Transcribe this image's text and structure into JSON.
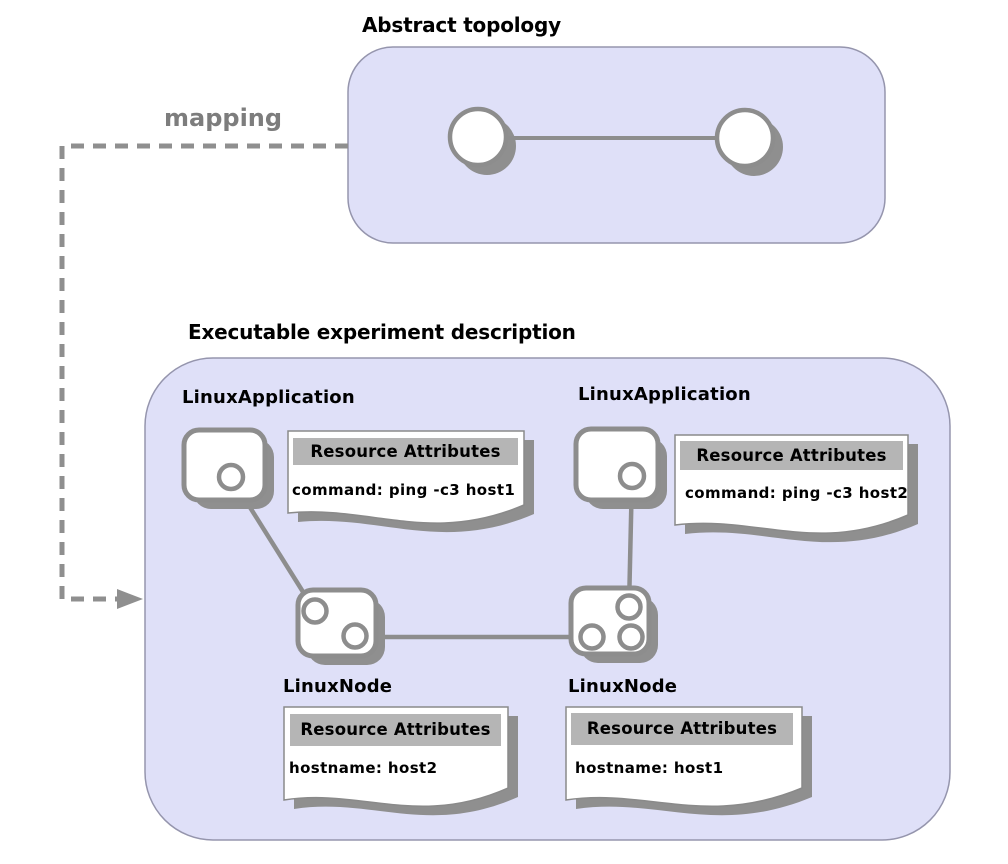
{
  "diagram": {
    "abstract_section": {
      "title": "Abstract topology",
      "icons": [
        "topology-node-icon",
        "topology-node-icon"
      ],
      "link_count": 1
    },
    "mapping": {
      "label": "mapping",
      "arrow_icon": "dashed-arrow-icon"
    },
    "executable_section": {
      "title": "Executable experiment description",
      "applications": [
        {
          "label": "LinuxApplication",
          "icon": "linux-application-icon",
          "attributes": {
            "header": "Resource Attributes",
            "body": "command: ping -c3 host1"
          }
        },
        {
          "label": "LinuxApplication",
          "icon": "linux-application-icon",
          "attributes": {
            "header": "Resource Attributes",
            "body": "command: ping -c3 host2"
          }
        }
      ],
      "nodes": [
        {
          "label": "LinuxNode",
          "icon": "linux-node-icon",
          "attributes": {
            "header": "Resource Attributes",
            "body": "hostname: host2"
          }
        },
        {
          "label": "LinuxNode",
          "icon": "linux-node-icon",
          "attributes": {
            "header": "Resource Attributes",
            "body": "hostname: host1"
          }
        }
      ]
    },
    "colors": {
      "panel_fill": "#dfe0f8",
      "panel_border": "#9595ad",
      "shape_gray": "#8d8d8d",
      "shadow_gray": "#8f8f8f",
      "band_gray": "#b5b5b5",
      "mapping_text": "#7d7d7d",
      "text": "#000000"
    }
  }
}
